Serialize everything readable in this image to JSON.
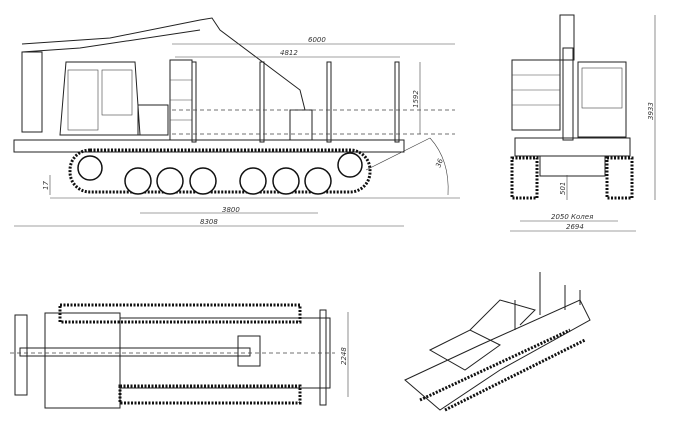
{
  "side_view": {
    "dims": {
      "cargo_length": "6000",
      "bunk_length": "4812",
      "stake_height": "1592",
      "wheelbase": "3800",
      "overall_length": "8308",
      "ground_clearance_front": "17",
      "departure_angle": "36"
    }
  },
  "front_view": {
    "dims": {
      "overall_height": "3933",
      "ground_clearance": "501",
      "track_gauge": "2050 Колея",
      "overall_width": "2694"
    }
  },
  "top_view": {
    "dims": {
      "bunk_width": "2248"
    }
  }
}
